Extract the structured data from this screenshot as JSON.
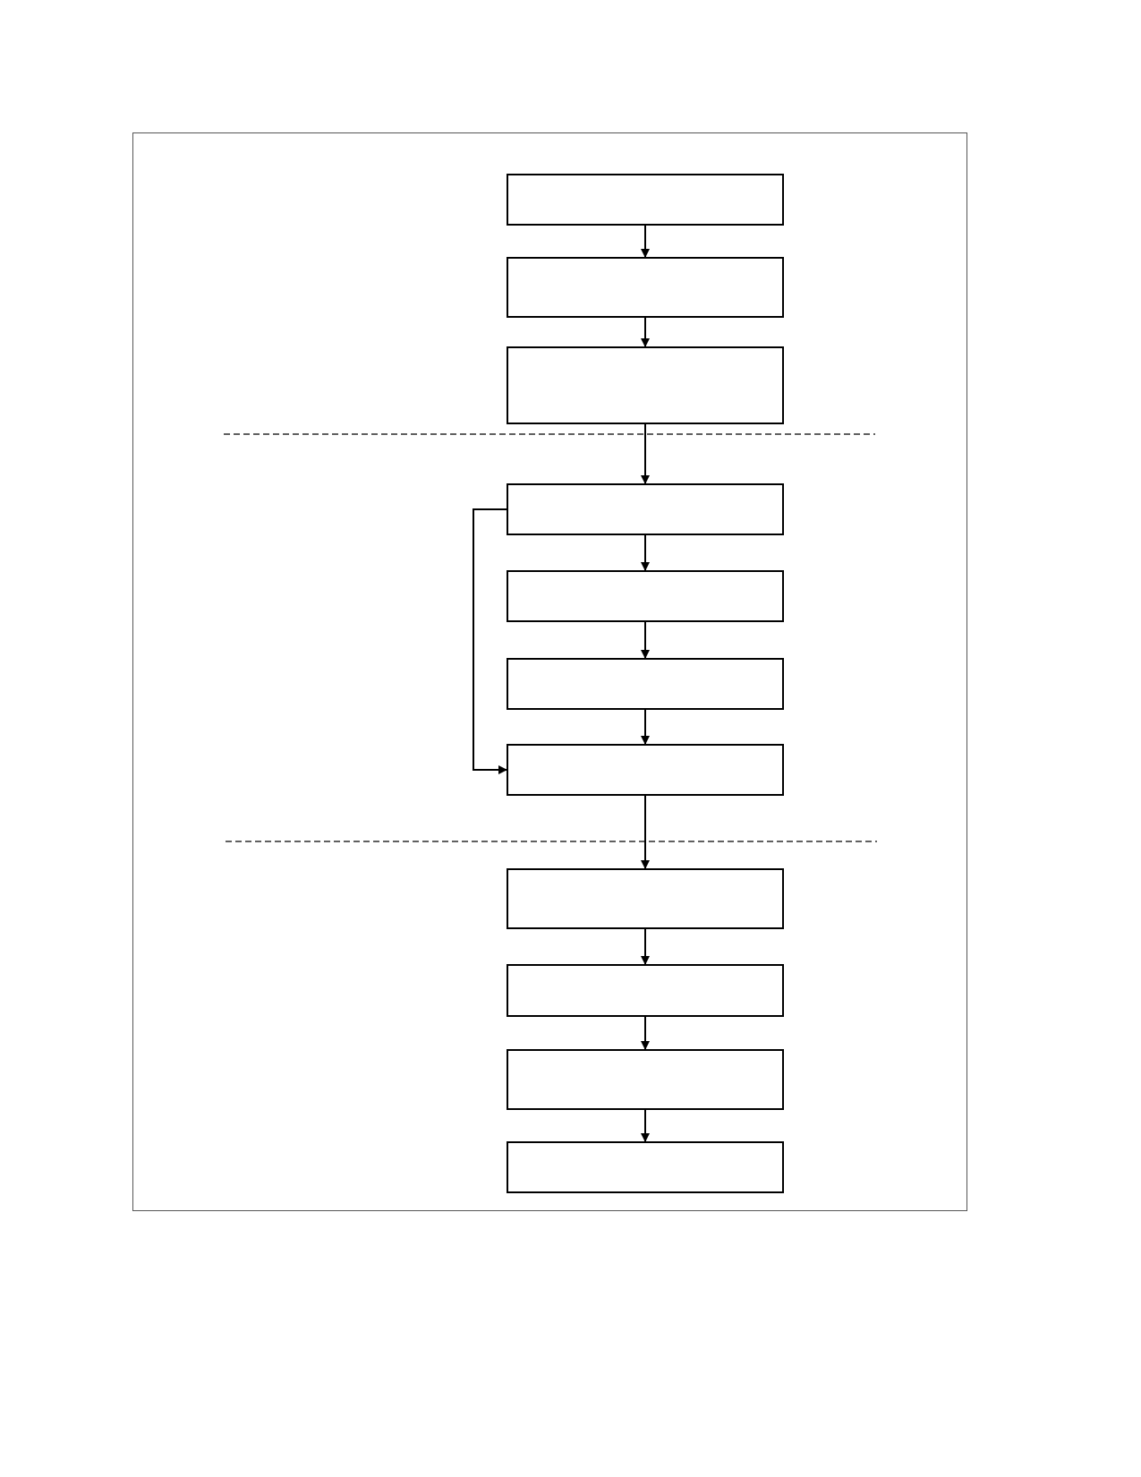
{
  "diagram": {
    "colors": {
      "line": "#000000",
      "frame": "#555555",
      "background": "#ffffff"
    },
    "sections": [
      {
        "id": "section-1",
        "steps": [
          {
            "id": "s1-step-1",
            "label": ""
          },
          {
            "id": "s1-step-2",
            "label": ""
          },
          {
            "id": "s1-step-3",
            "label": ""
          }
        ]
      },
      {
        "id": "section-2",
        "steps": [
          {
            "id": "s2-step-1",
            "label": ""
          },
          {
            "id": "s2-step-2",
            "label": ""
          },
          {
            "id": "s2-step-3",
            "label": ""
          },
          {
            "id": "s2-step-4",
            "label": ""
          }
        ]
      },
      {
        "id": "section-3",
        "steps": [
          {
            "id": "s3-step-1",
            "label": ""
          },
          {
            "id": "s3-step-2",
            "label": ""
          },
          {
            "id": "s3-step-3",
            "label": ""
          },
          {
            "id": "s3-step-4",
            "label": ""
          }
        ]
      }
    ],
    "edges": [
      {
        "from": "s1-step-1",
        "to": "s1-step-2"
      },
      {
        "from": "s1-step-2",
        "to": "s1-step-3"
      },
      {
        "from": "s1-step-3",
        "to": "s2-step-1"
      },
      {
        "from": "s2-step-1",
        "to": "s2-step-2"
      },
      {
        "from": "s2-step-2",
        "to": "s2-step-3"
      },
      {
        "from": "s2-step-3",
        "to": "s2-step-4"
      },
      {
        "from": "s2-step-1",
        "to": "s2-step-4",
        "kind": "bypass"
      },
      {
        "from": "s2-step-4",
        "to": "s3-step-1"
      },
      {
        "from": "s3-step-1",
        "to": "s3-step-2"
      },
      {
        "from": "s3-step-2",
        "to": "s3-step-3"
      },
      {
        "from": "s3-step-3",
        "to": "s3-step-4"
      }
    ]
  }
}
